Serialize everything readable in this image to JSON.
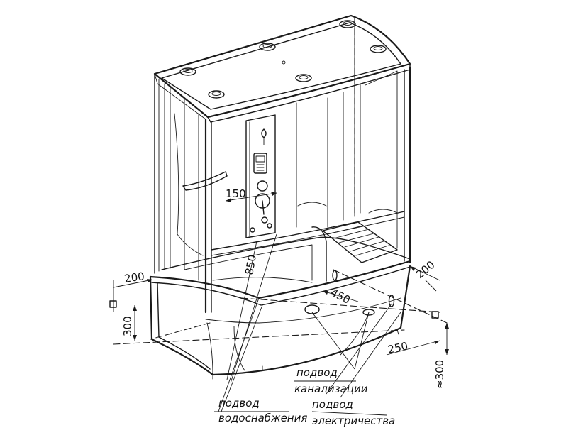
{
  "dimensions": {
    "d150": "150",
    "d850": "850",
    "d200_left": "200",
    "d300_left": "300",
    "d450": "450",
    "d200_right": "200",
    "d250": "250",
    "d300_right": "≈300"
  },
  "labels": {
    "water_line1": "подвод",
    "water_line2": "водоснабжения",
    "sewer_line1": "подвод",
    "sewer_line2": "канализации",
    "electric_line1": "подвод",
    "electric_line2": "электричества"
  },
  "colors": {
    "line": "#1a1a1a",
    "background": "#ffffff"
  }
}
